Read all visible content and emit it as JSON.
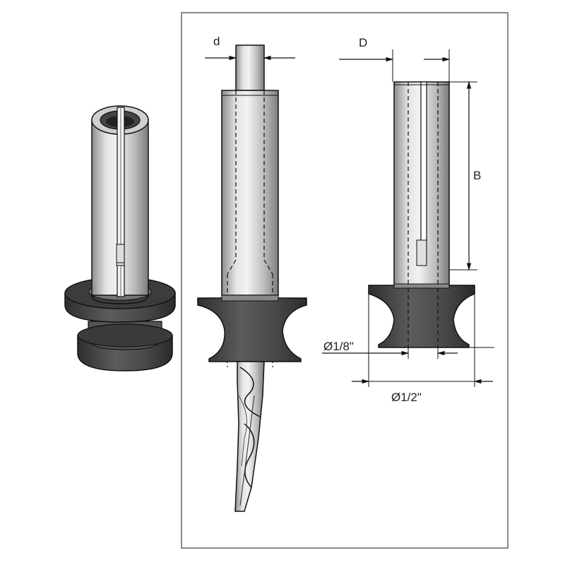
{
  "labels": {
    "shank_diameter": "d",
    "collet_diameter": "D",
    "collet_length": "B",
    "inner_diameter": "Ø1/8\"",
    "outer_diameter": "Ø1/2\""
  },
  "colors": {
    "frame": "#8a8a8a",
    "metal_light": "#e2e2e2",
    "metal_mid": "#b9b9b9",
    "metal_dark": "#7a7a7a",
    "bearing_dark": "#3e3e3e",
    "bearing_mid": "#5a5a5a",
    "outline": "#111111"
  }
}
